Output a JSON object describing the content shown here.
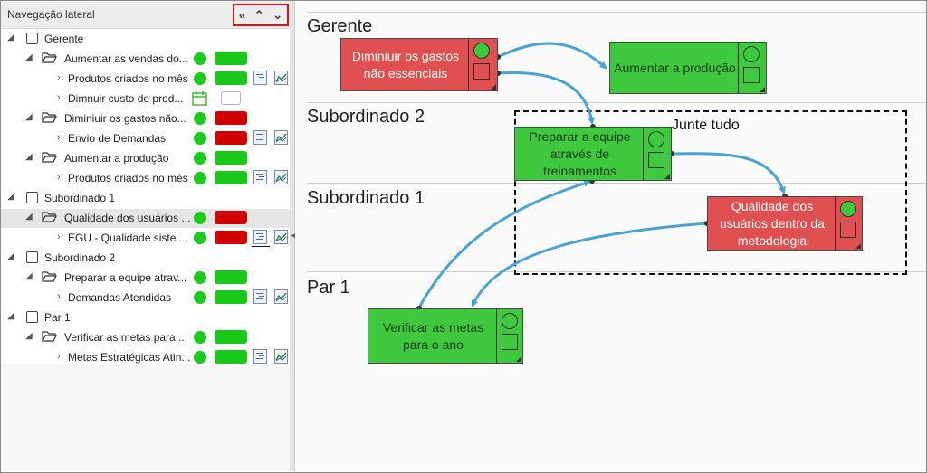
{
  "sidebar": {
    "title": "Navegação lateral",
    "controls": [
      "«",
      "⌃",
      "⌄"
    ],
    "rows": [
      {
        "label": "Gerente"
      },
      {
        "label": "Aumentar as vendas do..."
      },
      {
        "label": "Produtos criados no mês"
      },
      {
        "label": "Dimnuir custo de prod..."
      },
      {
        "label": "Diminiuir os gastos não..."
      },
      {
        "label": "Envio de Demandas"
      },
      {
        "label": "Aumentar a produção"
      },
      {
        "label": "Produtos criados no mês"
      },
      {
        "label": "Subordinado 1"
      },
      {
        "label": "Qualidade dos usuários ..."
      },
      {
        "label": "EGU - Qualidade siste..."
      },
      {
        "label": "Subordinado 2"
      },
      {
        "label": "Preparar a equipe atrav..."
      },
      {
        "label": "Demandas Atendidas"
      },
      {
        "label": "Par 1"
      },
      {
        "label": "Verificar as metas para ..."
      },
      {
        "label": "Metas Estratégicas Atin..."
      }
    ]
  },
  "canvas": {
    "lanes": [
      "Gerente",
      "Subordinado 2",
      "Subordinado 1",
      "Par 1"
    ],
    "group_label": "Junte tudo",
    "cards": [
      {
        "text": "Diminiuir os gastos não essenciais",
        "status": "red"
      },
      {
        "text": "Aumentar a produção",
        "status": "green"
      },
      {
        "text": "Preparar a equipe através de treinamentos",
        "status": "green"
      },
      {
        "text": "Qualidade dos usuários dentro da metodologia",
        "status": "red"
      },
      {
        "text": "Verificar as metas para o ano",
        "status": "green"
      }
    ]
  },
  "colors": {
    "green": "#3ec83e",
    "red": "#e05050",
    "status_green": "#19c819",
    "status_red": "#d10000",
    "link": "#4aa3d0",
    "highlight_border": "#e01010"
  }
}
